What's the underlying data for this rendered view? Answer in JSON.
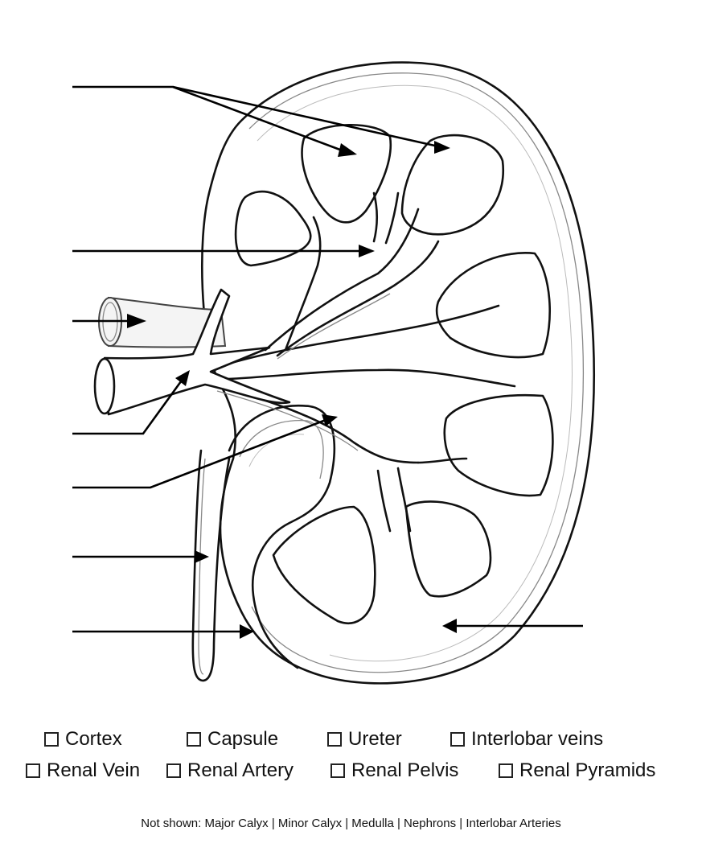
{
  "diagram": {
    "subject": "Kidney cross-section",
    "label_lines": [
      {
        "id": "renal-pyramids",
        "side": "left"
      },
      {
        "id": "interlobar-veins",
        "side": "left"
      },
      {
        "id": "renal-artery",
        "side": "left"
      },
      {
        "id": "renal-vein",
        "side": "left"
      },
      {
        "id": "renal-pelvis",
        "side": "left"
      },
      {
        "id": "ureter",
        "side": "left"
      },
      {
        "id": "capsule",
        "side": "left"
      },
      {
        "id": "cortex",
        "side": "right"
      }
    ]
  },
  "legend": {
    "row1": [
      {
        "label": "Cortex",
        "checked": false
      },
      {
        "label": "Capsule",
        "checked": false
      },
      {
        "label": "Ureter",
        "checked": false
      },
      {
        "label": "Interlobar veins",
        "checked": false
      }
    ],
    "row2": [
      {
        "label": "Renal Vein",
        "checked": false
      },
      {
        "label": "Renal Artery",
        "checked": false
      },
      {
        "label": "Renal Pelvis",
        "checked": false
      },
      {
        "label": "Renal Pyramids",
        "checked": false
      }
    ]
  },
  "footnote": "Not shown: Major Calyx | Minor Calyx | Medulla | Nephrons | Interlobar Arteries"
}
